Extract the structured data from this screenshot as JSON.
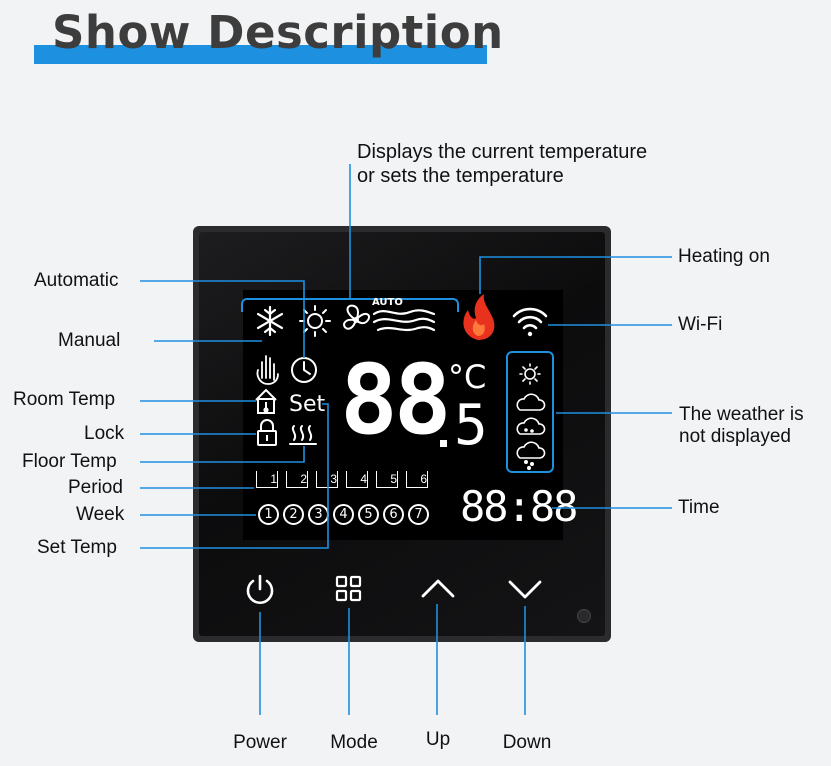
{
  "header": {
    "title": "Show Description"
  },
  "description": {
    "line1": "Displays the current temperature",
    "line2": "or sets the temperature"
  },
  "left_labels": {
    "automatic": "Automatic",
    "manual": "Manual",
    "room_temp": "Room Temp",
    "lock": "Lock",
    "floor_temp": "Floor Temp",
    "period": "Period",
    "week": "Week",
    "set_temp": "Set Temp"
  },
  "right_labels": {
    "heating_on": "Heating on",
    "wifi": "Wi-Fi",
    "weather_line1": "The weather is",
    "weather_line2": "not displayed",
    "time": "Time"
  },
  "buttons": {
    "power": "Power",
    "mode": "Mode",
    "up": "Up",
    "down": "Down"
  },
  "display": {
    "temperature": "88",
    "decimal": "5",
    "unit": "°C",
    "clock": "88:88",
    "set": "Set",
    "auto": "AUTO",
    "week_days": [
      "1",
      "2",
      "3",
      "4",
      "5",
      "6",
      "7"
    ],
    "periods": [
      "1",
      "2",
      "3",
      "4",
      "5",
      "6"
    ]
  },
  "colors": {
    "accent": "#1e90e0",
    "flame": "#e8321e",
    "lcd": "#000000",
    "segment": "#ffffff"
  }
}
